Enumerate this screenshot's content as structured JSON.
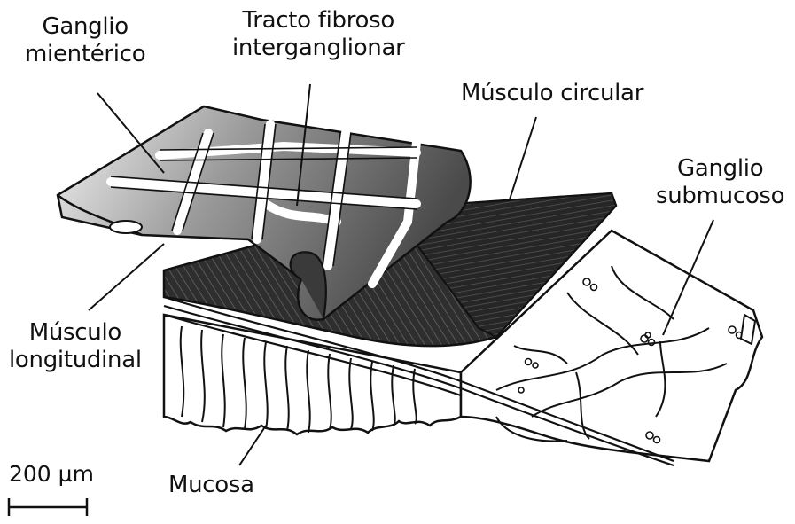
{
  "labels": {
    "myenteric_ganglion": {
      "line1": "Ganglio",
      "line2": "mientérico"
    },
    "interganglionic_tract": {
      "line1": "Tracto fibroso",
      "line2": "interganglionar"
    },
    "circular_muscle": "Músculo circular",
    "submucosal_ganglion": {
      "line1": "Ganglio",
      "line2": "submucoso"
    },
    "longitudinal_muscle": {
      "line1": "Músculo",
      "line2": "longitudinal"
    },
    "mucosa": "Mucosa"
  },
  "scale_bar": {
    "label": "200 µm"
  },
  "colors": {
    "ink": "#111111",
    "dark_muscle": "#2b2b2b",
    "mid_gray": "#6f6f6f",
    "light_gray": "#c9c9c9",
    "paper": "#ffffff"
  }
}
